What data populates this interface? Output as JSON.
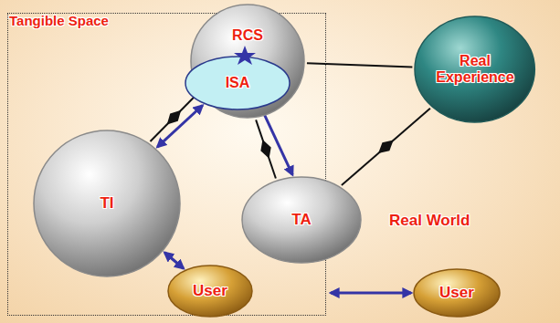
{
  "diagram": {
    "nodes": [
      {
        "text": [
          "Tangible Space"
        ]
      },
      {
        "text": [
          "RCS"
        ],
        "in": 0
      },
      {
        "text": [
          "ISA"
        ],
        "in": 1
      },
      {
        "text": [
          "Real Experience"
        ]
      },
      {
        "text": [
          "TI"
        ],
        "in": 0
      },
      {
        "text": [
          "TA"
        ]
      },
      {
        "text": [
          "User"
        ],
        "in": 0
      },
      {
        "text": [
          "User"
        ]
      }
    ],
    "edges": [
      {
        "from": 1,
        "to": 3,
        "arrow": "none"
      },
      {
        "from": 4,
        "to": 1,
        "arrow": "none"
      },
      {
        "from": 2,
        "to": 4,
        "arrow": "both"
      },
      {
        "from": 2,
        "to": 5,
        "arrow": "to"
      },
      {
        "from": 1,
        "to": 5,
        "arrow": "none"
      },
      {
        "from": 5,
        "to": 3,
        "arrow": "none"
      },
      {
        "from": 6,
        "to": 4,
        "arrow": "both"
      },
      {
        "from": 0,
        "to": 7,
        "arrow": "both"
      }
    ],
    "labels": [
      "Real World"
    ]
  }
}
